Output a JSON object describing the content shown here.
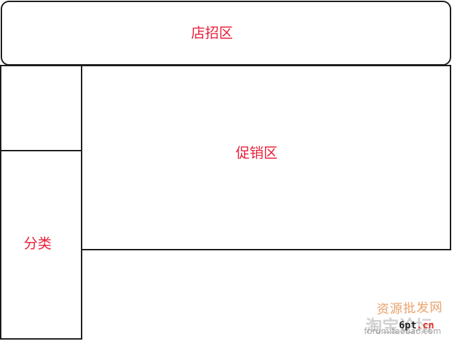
{
  "regions": {
    "shop_sign": {
      "label": "店招区"
    },
    "promotion": {
      "label": "促销区"
    },
    "category": {
      "label": "分类"
    }
  },
  "watermark": {
    "top_text": "资源批发网",
    "mid_text": "淘宝论坛",
    "url_text": "forum.taobao.com",
    "badge_prefix": "6pt",
    "badge_suffix": ".cn"
  },
  "colors": {
    "label": "#e8203a",
    "border": "#1a1a1a",
    "background": "#ffffff"
  }
}
